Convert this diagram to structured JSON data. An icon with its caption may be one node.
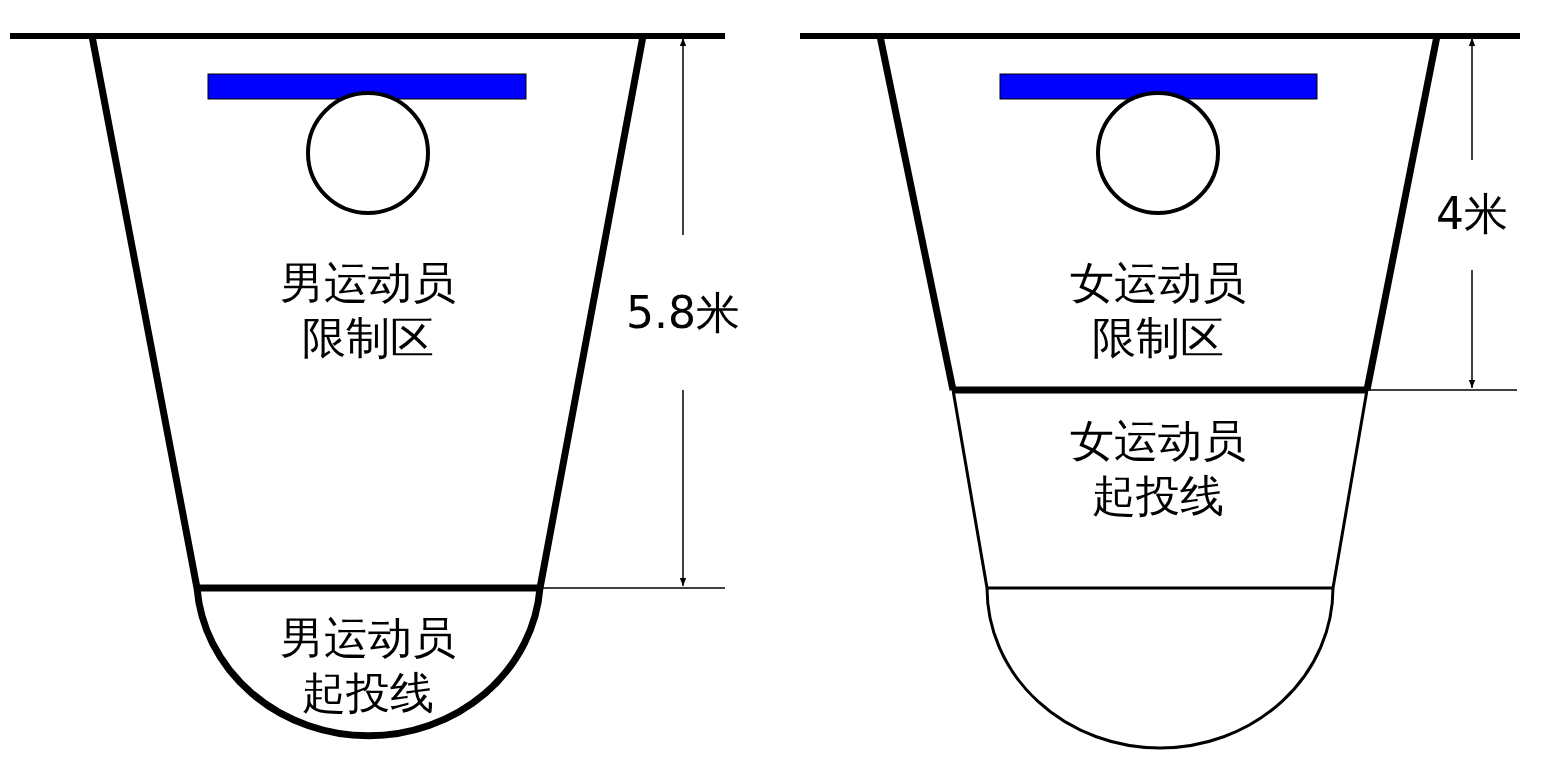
{
  "diagram": {
    "labels": [
      "男运动员限制区",
      "5.8米",
      "男运动员起投线",
      "4米",
      "女运动员限制区",
      "女运动员起投线"
    ]
  }
}
